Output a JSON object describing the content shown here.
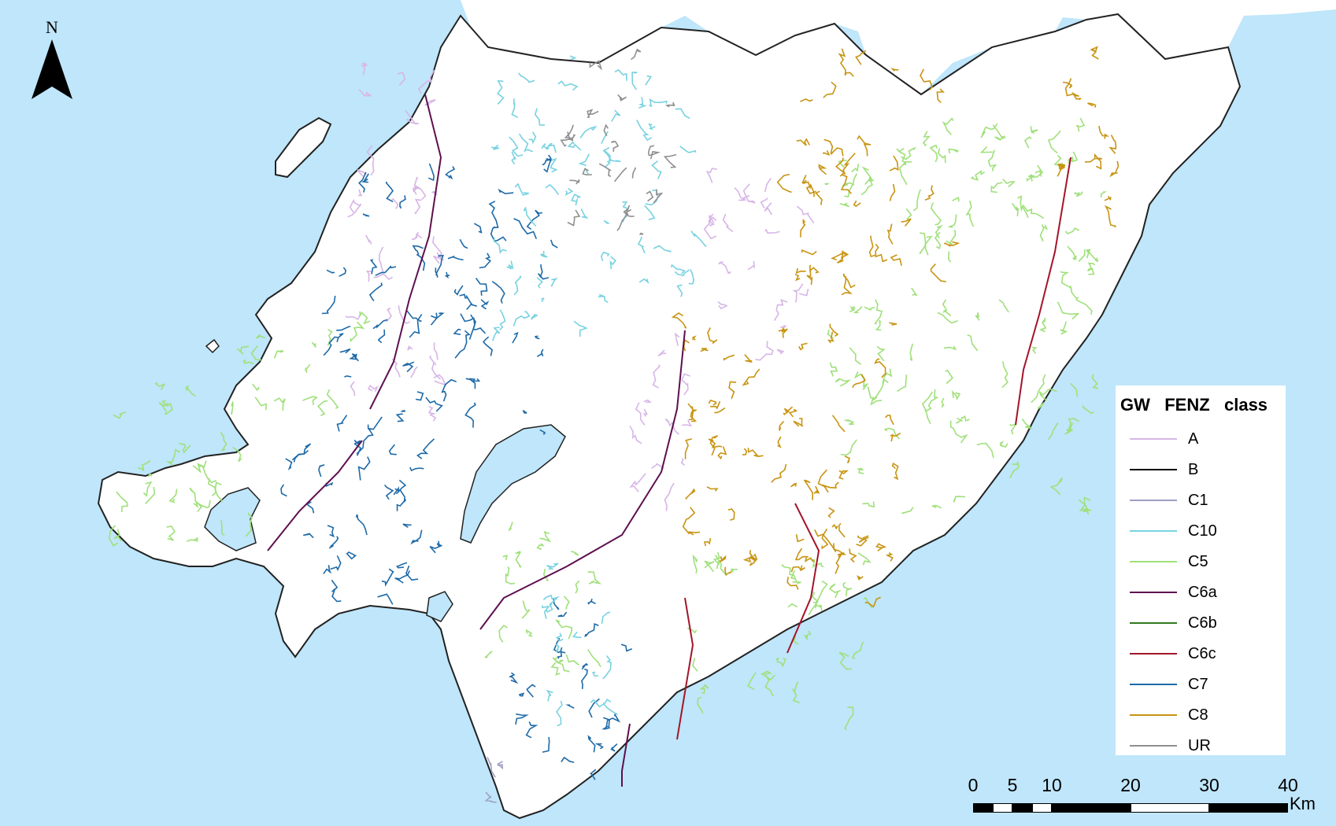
{
  "map": {
    "north_label": "N",
    "colors": {
      "sea": "#bfe6fa",
      "land": "#ffffff",
      "coast": "#222222"
    }
  },
  "legend": {
    "title": "GW   FENZ   class",
    "items": [
      {
        "label": "A",
        "color": "#d7b6e6"
      },
      {
        "label": "B",
        "color": "#000000"
      },
      {
        "label": "C1",
        "color": "#9e9fc6"
      },
      {
        "label": "C10",
        "color": "#78d2e0"
      },
      {
        "label": "C5",
        "color": "#9fe07a"
      },
      {
        "label": "C6a",
        "color": "#5e0f4f"
      },
      {
        "label": "C6b",
        "color": "#2f7a1e"
      },
      {
        "label": "C6c",
        "color": "#a3142a"
      },
      {
        "label": "C7",
        "color": "#1e6aa8"
      },
      {
        "label": "C8",
        "color": "#c89412"
      },
      {
        "label": "UR",
        "color": "#8f8f8f"
      }
    ]
  },
  "scale": {
    "ticks": [
      "0",
      "5",
      "10",
      "20",
      "30",
      "40"
    ],
    "tick_values": [
      0,
      5,
      10,
      20,
      30,
      40
    ],
    "units": "Km"
  }
}
